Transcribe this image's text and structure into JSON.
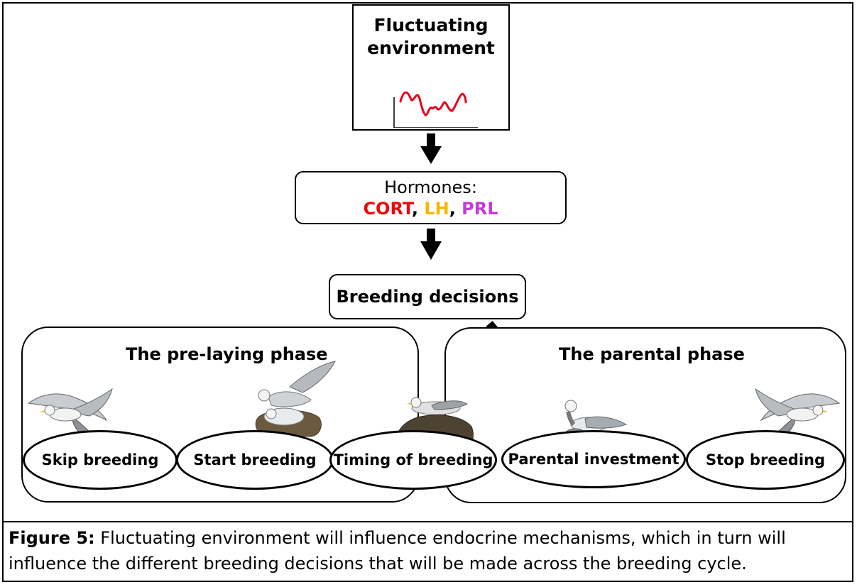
{
  "environment": {
    "title_line1": "Fluctuating",
    "title_line2": "environment"
  },
  "hormones": {
    "label": "Hormones:",
    "items": [
      "CORT",
      "LH",
      "PRL"
    ],
    "separator": ", "
  },
  "decisions": {
    "label": "Breeding decisions"
  },
  "phases": [
    {
      "title": "The pre-laying phase"
    },
    {
      "title": "The parental phase"
    }
  ],
  "outcomes": [
    "Skip breeding",
    "Start breeding",
    "Timing of breeding",
    "Parental investment",
    "Stop breeding"
  ],
  "caption": {
    "label": "Figure 5:",
    "text": " Fluctuating environment will influence endocrine mechanisms, which in turn will influence the different breeding decisions that will be made across the breeding cycle."
  },
  "colors": {
    "cort": "#ea0a0a",
    "lh": "#f5b800",
    "prl": "#c43bd6",
    "signal": "#e8001a"
  }
}
